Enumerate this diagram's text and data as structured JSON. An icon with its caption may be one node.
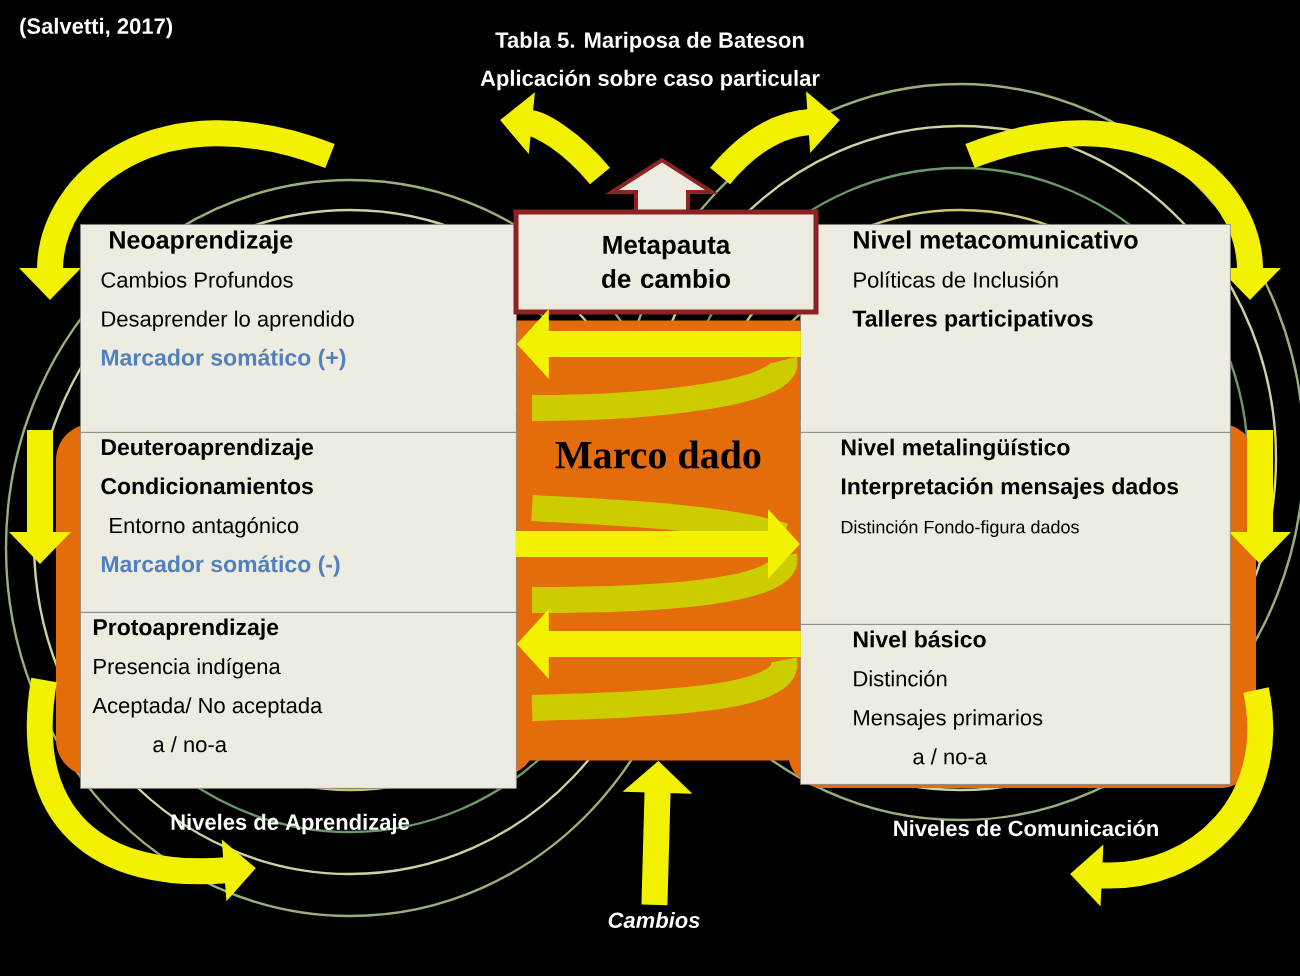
{
  "diagram": {
    "title": "Tabla 5.  Mariposa de Bateson",
    "nodes": [
      {
        "text": [
          "Neoaprendizaje",
          "Cambios Profundos",
          "Desaprender lo aprendido",
          "Marcador somático (+)"
        ]
      },
      {
        "text": [
          "Deuteroaprendizaje",
          "Condicionamientos",
          "Entorno antagónico",
          "Marcador somático (-)"
        ]
      },
      {
        "text": [
          "Protoaprendizaje",
          "Presencia indígena",
          "Aceptada/  No aceptada",
          "a  /   no-a"
        ]
      },
      {
        "text": [
          "Metapauta de cambio"
        ]
      },
      {
        "text": [
          "Marco dado"
        ]
      },
      {
        "text": [
          "Nivel metacomunicativo",
          "Políticas de Inclusión",
          "Talleres participativos"
        ]
      },
      {
        "text": [
          "Nivel metalingüístico",
          "**Interpretación** mensajes dados",
          "Distinción Fondo-figura dados"
        ]
      },
      {
        "text": [
          "Nivel  básico",
          "Distinción",
          "Mensajes  primarios",
          "a  /   no-a"
        ]
      },
      {
        "text": [
          "Cambios"
        ]
      }
    ],
    "edges": [
      {
        "from": 8,
        "to": 4,
        "arrow": "to"
      },
      {
        "from": 4,
        "to": 0,
        "arrow": "to"
      },
      {
        "from": 4,
        "to": 6,
        "arrow": "to"
      },
      {
        "from": 4,
        "to": 2,
        "arrow": "to"
      }
    ],
    "labels": [
      "(Salvetti, 2017)",
      "Aplicación sobre caso particular",
      "Niveles de Aprendizaje",
      "Niveles de Comunicación"
    ]
  }
}
